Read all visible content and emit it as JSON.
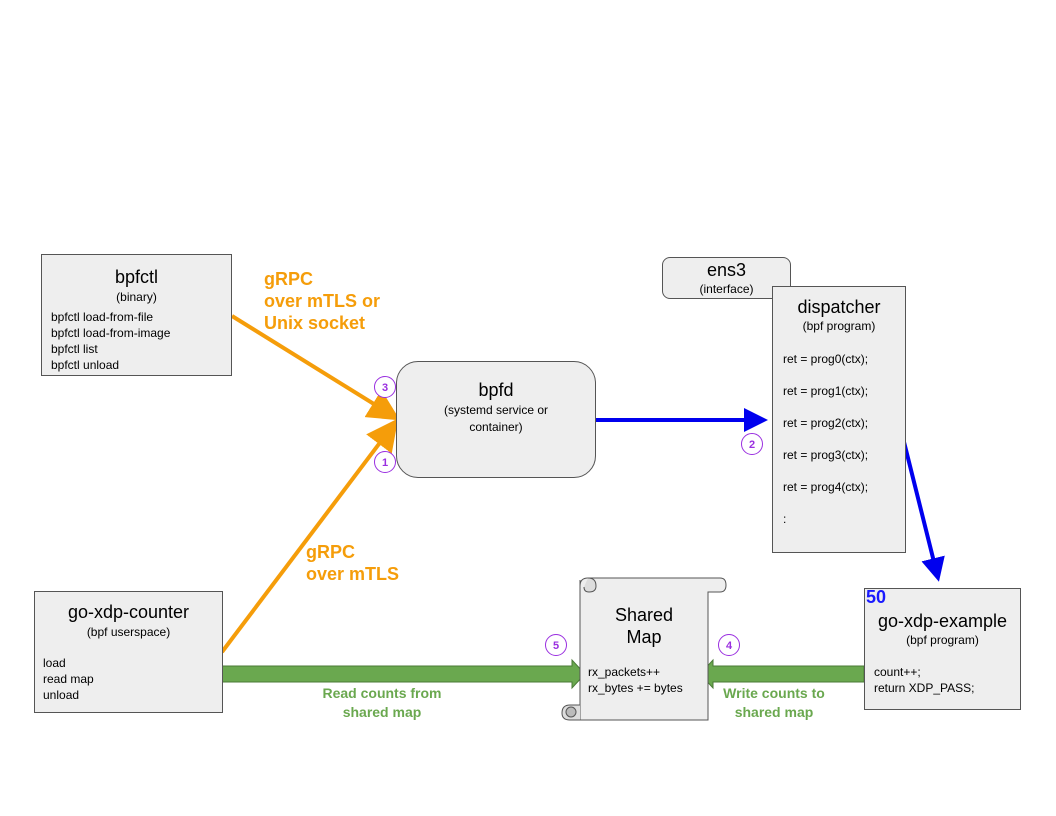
{
  "bpfctl": {
    "title": "bpfctl",
    "subtitle": "(binary)",
    "commands": [
      "bpfctl load-from-file",
      "bpfctl load-from-image",
      "bpfctl list",
      "bpfctl unload"
    ]
  },
  "bpfd": {
    "title": "bpfd",
    "subtitle_1": "(systemd service or",
    "subtitle_2": "container)"
  },
  "ens3": {
    "title": "ens3",
    "subtitle": "(interface)"
  },
  "dispatcher": {
    "title": "dispatcher",
    "subtitle": "(bpf program)",
    "lines": [
      "ret = prog0(ctx);",
      "ret = prog1(ctx);",
      "ret = prog2(ctx);",
      "ret = prog3(ctx);",
      "ret = prog4(ctx);",
      ":"
    ]
  },
  "counter": {
    "title": "go-xdp-counter",
    "subtitle": "(bpf userspace)",
    "lines": [
      "load",
      "read map",
      "unload"
    ]
  },
  "shared_map": {
    "title_1": "Shared",
    "title_2": "Map",
    "lines": [
      "rx_packets++",
      "rx_bytes += bytes"
    ]
  },
  "example": {
    "badge": "50",
    "title": "go-xdp-example",
    "subtitle": "(bpf program)",
    "lines": [
      "count++;",
      "return XDP_PASS;"
    ]
  },
  "labels": {
    "grpc_top": [
      "gRPC",
      "over mTLS or",
      "Unix socket"
    ],
    "grpc_bottom": [
      "gRPC",
      "over mTLS"
    ],
    "read_counts": [
      "Read counts from",
      "shared map"
    ],
    "write_counts": [
      "Write counts to",
      "shared map"
    ]
  },
  "steps": [
    "1",
    "2",
    "3",
    "4",
    "5"
  ],
  "colors": {
    "grpc": "#f59d0a",
    "load": "#0000ee",
    "map_io": "#6aa84f",
    "step": "#9a2fe0",
    "box_fill": "#eeeeee"
  }
}
